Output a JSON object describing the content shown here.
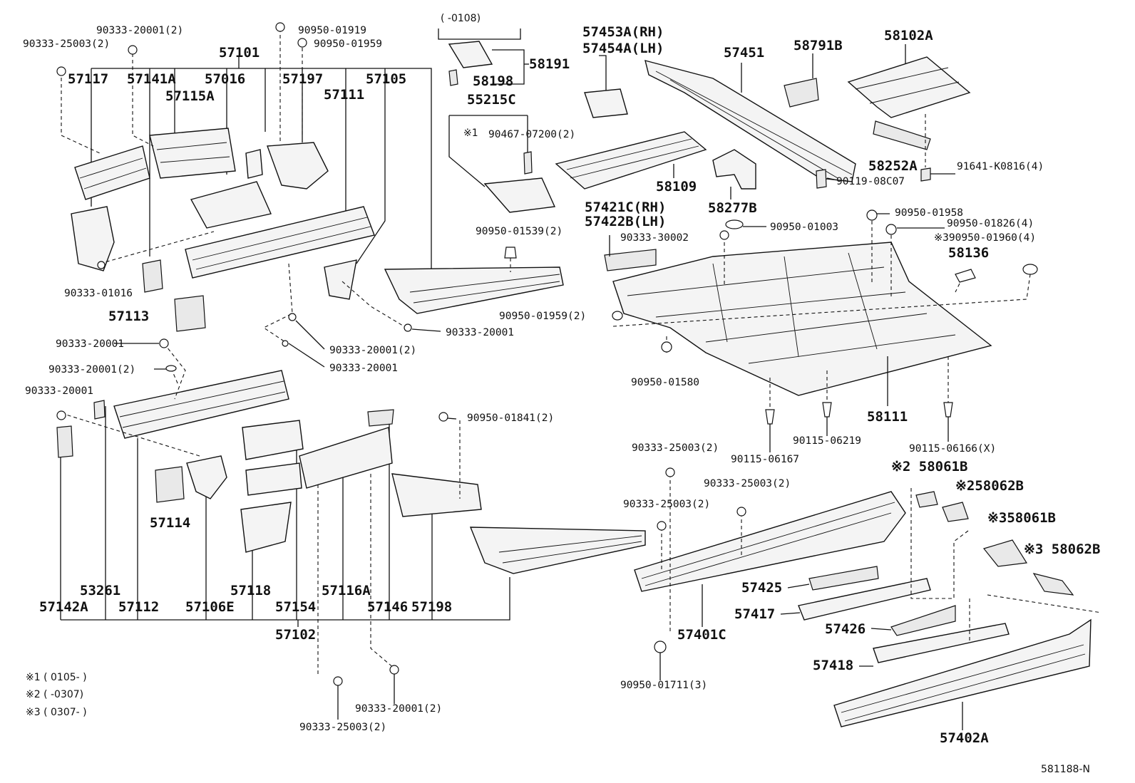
{
  "notes": {
    "note1": "※1 ( 0105-      )",
    "note2": "※2 (      -0307)",
    "note3": "※3 ( 0307-      )",
    "top_range": "(      -0108)",
    "ref_code": "581188-N"
  },
  "labels": {
    "p90333_25003_2_top": "90333-25003(2)",
    "p90333_20001_2_top": "90333-20001(2)",
    "p90950_01919": "90950-01919",
    "p90950_01959_top": "90950-01959",
    "p57101": "57101",
    "p57117": "57117",
    "p57141A": "57141A",
    "p57016": "57016",
    "p57197": "57197",
    "p57105": "57105",
    "p57115A": "57115A",
    "p57111": "57111",
    "p90333_01016": "90333-01016",
    "p57113": "57113",
    "p90333_20001_a": "90333-20001",
    "p90333_20001_2_mid": "90333-20001(2)",
    "p90333_20001_b": "90333-20001",
    "p90333_20001_c": "90333-20001",
    "p90333_20001_2_left": "90333-20001(2)",
    "p90333_20001_d": "90333-20001",
    "p58191": "58191",
    "p58198": "58198",
    "p55215C": "55215C",
    "p90467_07200": "90467-07200(2)",
    "note_mark1": "※1",
    "p90950_01539": "90950-01539(2)",
    "p90950_01959_2": "90950-01959(2)",
    "p57453A": "57453A(RH)",
    "p57454A": "57454A(LH)",
    "p57451": "57451",
    "p58791B": "58791B",
    "p58102A": "58102A",
    "p58109": "58109",
    "p58252A": "58252A",
    "p91641": "91641-K0816(4)",
    "p58277B": "58277B",
    "p90119": "90119-08C07",
    "p57421C": "57421C(RH)",
    "p57422B": "57422B(LH)",
    "p90950_01958": "90950-01958",
    "p90333_30002": "90333-30002",
    "p90950_01003": "90950-01003",
    "p90950_01826": "90950-01826(4)",
    "p90950_01960": "※390950-01960(4)",
    "p58136": "58136",
    "p90950_01580": "90950-01580",
    "p58111": "58111",
    "p90115_06167": "90115-06167",
    "p90115_06219": "90115-06219",
    "p90115_06166": "90115-06166(X)",
    "p90950_01841": "90950-01841(2)",
    "p57114": "57114",
    "p57118": "57118",
    "p57116A": "57116A",
    "p53261": "53261",
    "p57142A": "57142A",
    "p57112": "57112",
    "p57106E": "57106E",
    "p57154": "57154",
    "p57146": "57146",
    "p57198": "57198",
    "p57102": "57102",
    "p90333_25003_2_bot": "90333-25003(2)",
    "p90333_20001_2_bot": "90333-20001(2)",
    "p90333_25003_r1": "90333-25003(2)",
    "p90333_25003_r2": "90333-25003(2)",
    "p90333_25003_r3": "90333-25003(2)",
    "p58061B_2": "※2 58061B",
    "p58062B_2": "※258062B",
    "p58061B_3": "※358061B",
    "p58062B_3": "※3 58062B",
    "p57425": "57425",
    "p57417": "57417",
    "p57401C": "57401C",
    "p57426": "57426",
    "p57418": "57418",
    "p57402A": "57402A",
    "p90950_01711": "90950-01711(3)"
  }
}
